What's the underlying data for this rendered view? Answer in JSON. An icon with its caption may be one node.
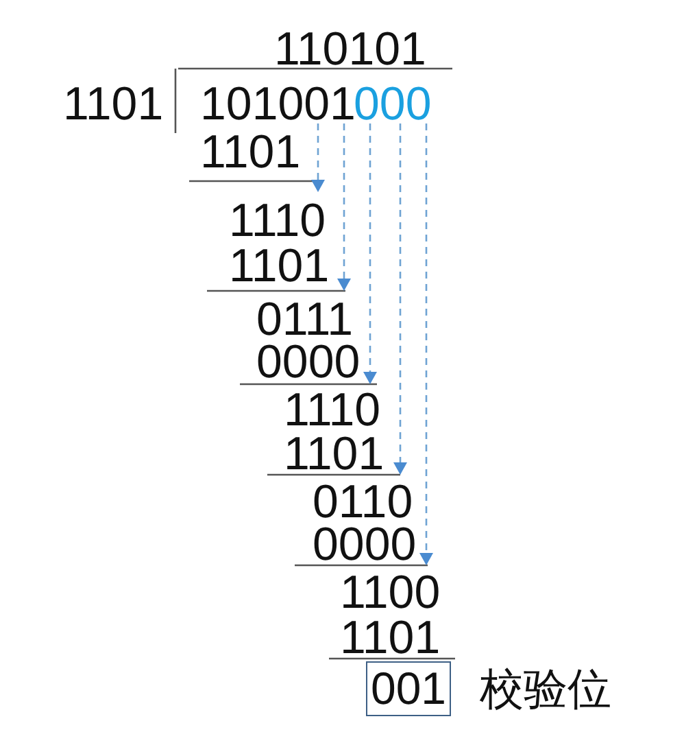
{
  "diagram": {
    "nodes": [
      {
        "text": [
          "001"
        ],
        "beside": [
          "校验位"
        ]
      }
    ],
    "labels": [
      "110101",
      "1101",
      "101001",
      "000",
      "1101",
      "1110",
      "1101",
      "0111",
      "0000",
      "1110",
      "1101",
      "0110",
      "0000",
      "1100",
      "1101"
    ]
  }
}
